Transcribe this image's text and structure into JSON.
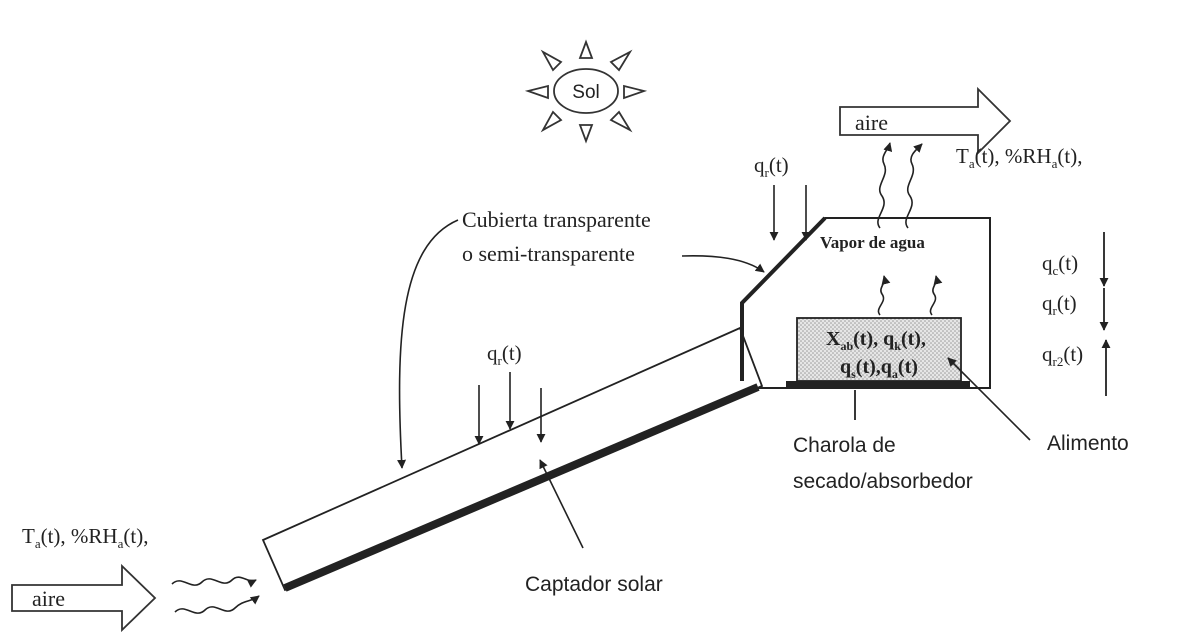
{
  "sun": {
    "label": "Sol"
  },
  "air_in": {
    "arrow_label": "aire",
    "cond_Ta": "T",
    "cond_Ta_sub": "a",
    "cond_Ta_rest": "(t), %RH",
    "cond_RH_sub": "a",
    "cond_RH_rest": "(t),"
  },
  "air_out": {
    "arrow_label": "aire",
    "cond_Ta": "T",
    "cond_Ta_sub": "a",
    "cond_Ta_rest": "(t), %RH",
    "cond_RH_sub": "a",
    "cond_RH_rest": "(t),"
  },
  "fluxes": {
    "qr_top": {
      "base": "q",
      "sub": "r",
      "rest": "(t)"
    },
    "qr_collector": {
      "base": "q",
      "sub": "r",
      "rest": "(t)"
    },
    "qc_right": {
      "base": "q",
      "sub": "c",
      "rest": "(t)"
    },
    "qr_right": {
      "base": "q",
      "sub": "r",
      "rest": "(t)"
    },
    "qr2_right": {
      "base": "q",
      "sub": "r2",
      "rest": "(t)"
    }
  },
  "labels": {
    "cover_line1": "Cubierta transparente",
    "cover_line2": "o semi-transparente",
    "vapor": "Vapor de agua",
    "tray_line1": "Charola de",
    "tray_line2": "secado/absorbedor",
    "food": "Alimento",
    "collector": "Captador solar"
  },
  "food_box": {
    "line1_X": "X",
    "line1_X_sub": "ab",
    "line1_mid": "(t), q",
    "line1_q_sub": "k",
    "line1_end": "(t),",
    "line2_q1": "q",
    "line2_q1_sub": "s",
    "line2_mid": "(t),q",
    "line2_q2_sub": "a",
    "line2_end": "(t)"
  }
}
